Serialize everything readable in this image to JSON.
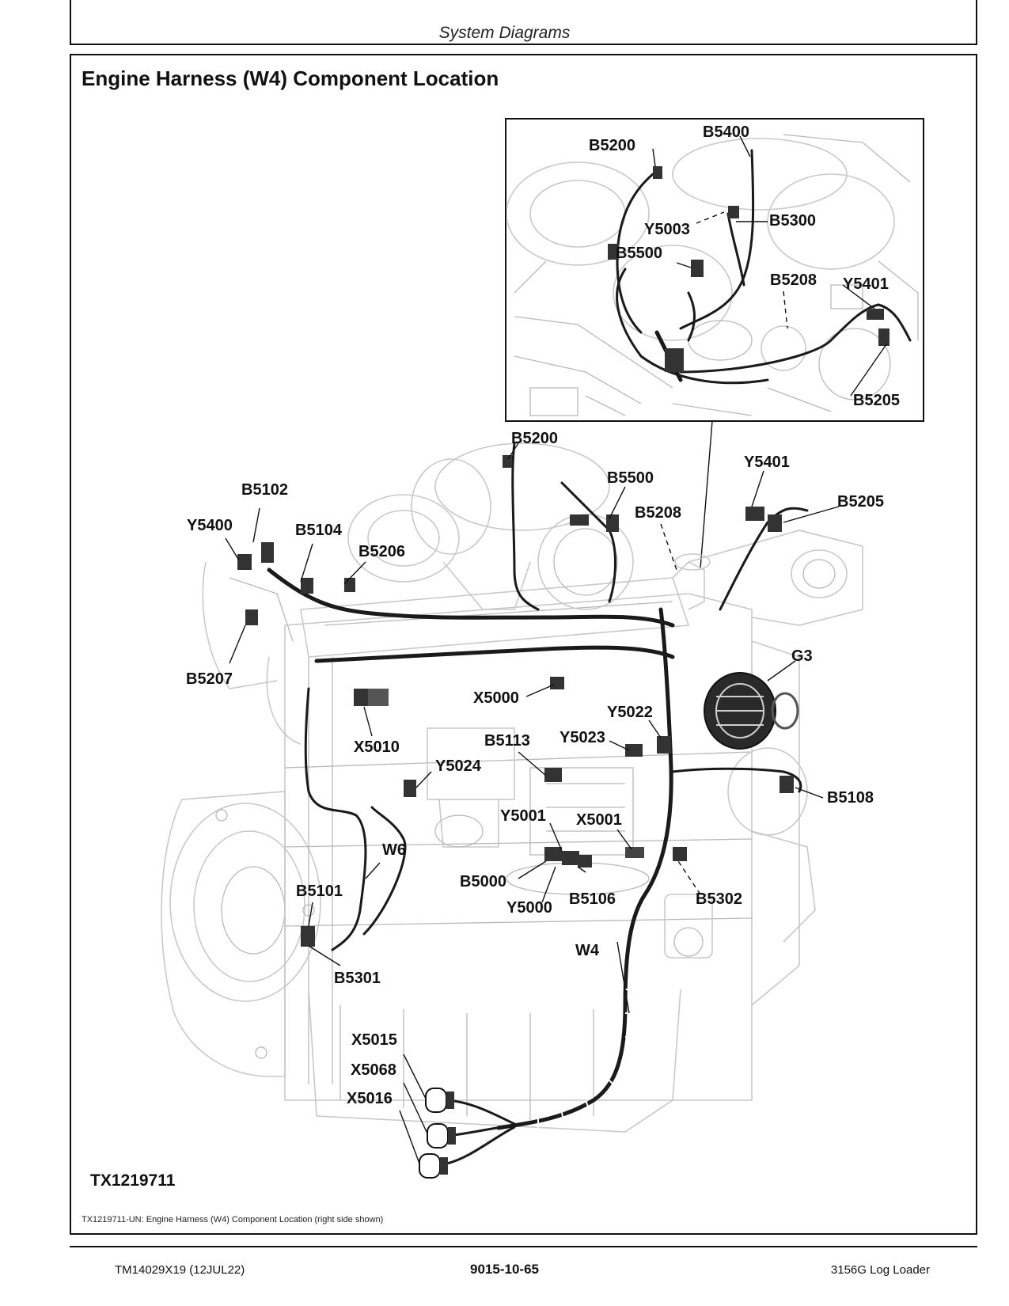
{
  "header": {
    "section": "System Diagrams"
  },
  "figure": {
    "title": "Engine Harness (W4) Component Location",
    "id": "TX1219711",
    "caption": "TX1219711-UN: Engine Harness (W4) Component Location (right side shown)"
  },
  "inset_labels": [
    "B5200",
    "B5400",
    "Y5003",
    "B5300",
    "B5500",
    "B5208",
    "Y5401",
    "B5205"
  ],
  "main_labels": [
    "B5200",
    "B5500",
    "Y5401",
    "B5102",
    "B5205",
    "B5208",
    "Y5400",
    "B5104",
    "B5206",
    "G3",
    "B5207",
    "X5000",
    "Y5022",
    "X5010",
    "B5113",
    "Y5023",
    "Y5024",
    "B5108",
    "Y5001",
    "X5001",
    "W6",
    "B5101",
    "B5000",
    "B5106",
    "B5302",
    "Y5000",
    "W4",
    "B5301",
    "X5015",
    "X5068",
    "X5016"
  ],
  "footer": {
    "manual": "TM14029X19 (12JUL22)",
    "page": "9015-10-65",
    "machine": "3156G Log Loader"
  }
}
